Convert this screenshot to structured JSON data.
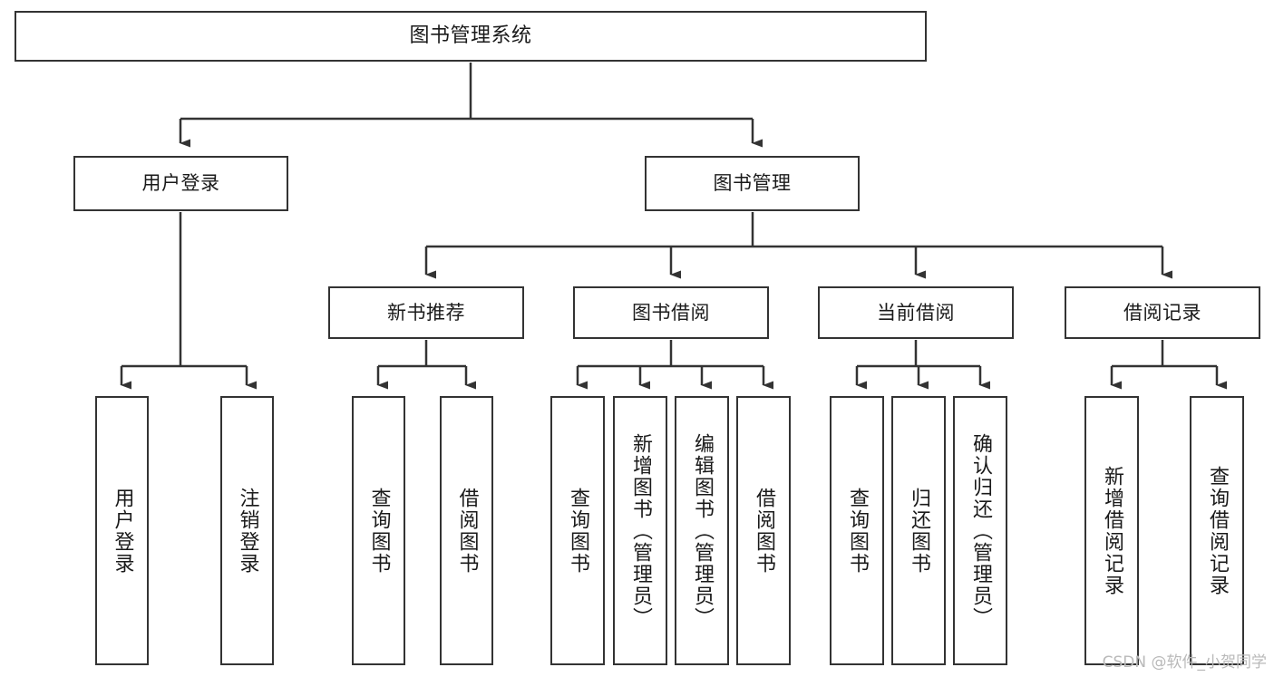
{
  "diagram": {
    "title": "图书管理系统",
    "watermark": "CSDN @软件_小贺同学",
    "colors": {
      "stroke": "#333333",
      "box_fill": "#ffffff",
      "text": "#1a1a1a",
      "background": "#ffffff",
      "watermark": "#b9b9b9"
    },
    "root": {
      "label": "图书管理系统"
    },
    "level1": [
      {
        "label": "用户登录"
      },
      {
        "label": "图书管理"
      }
    ],
    "level2": [
      {
        "label": "新书推荐"
      },
      {
        "label": "图书借阅"
      },
      {
        "label": "当前借阅"
      },
      {
        "label": "借阅记录"
      }
    ],
    "leaves": {
      "user_login": [
        {
          "label": "用户登录"
        },
        {
          "label": "注销登录"
        }
      ],
      "new_book": [
        {
          "label": "查询图书"
        },
        {
          "label": "借阅图书"
        }
      ],
      "book_borrow": [
        {
          "label": "查询图书"
        },
        {
          "label": "新增图书（管理员）"
        },
        {
          "label": "编辑图书（管理员）"
        },
        {
          "label": "借阅图书"
        }
      ],
      "current_borrow": [
        {
          "label": "查询图书"
        },
        {
          "label": "归还图书"
        },
        {
          "label": "确认归还（管理员）"
        }
      ],
      "borrow_record": [
        {
          "label": "新增借阅记录"
        },
        {
          "label": "查询借阅记录"
        }
      ]
    }
  }
}
